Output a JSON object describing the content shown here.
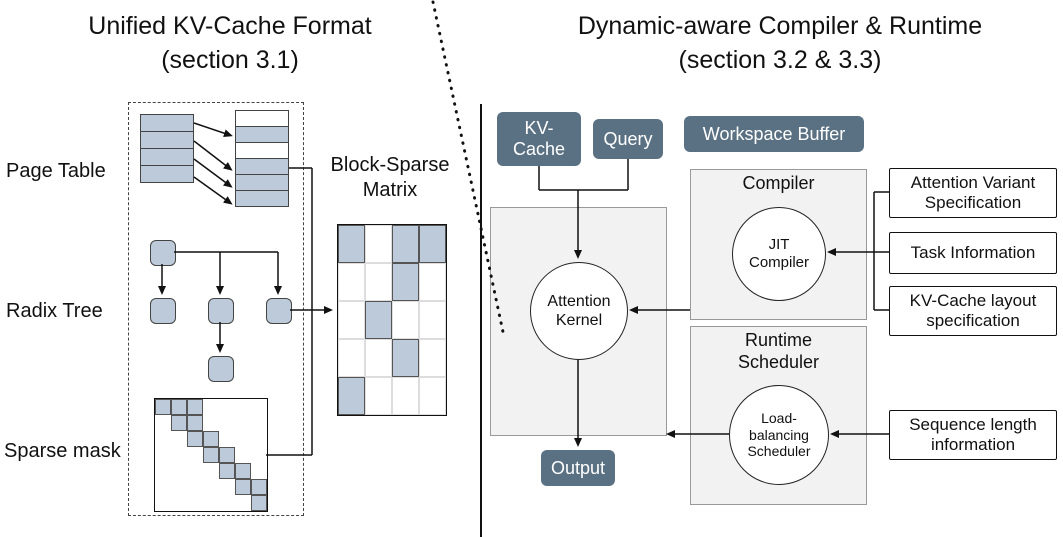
{
  "left": {
    "title": "Unified KV-Cache Format",
    "subtitle": "(section 3.1)",
    "page_table_label": "Page Table",
    "radix_tree_label": "Radix Tree",
    "sparse_mask_label": "Sparse mask",
    "block_sparse_label_line1": "Block-Sparse",
    "block_sparse_label_line2": "Matrix",
    "page_table": {
      "left_rows": [
        1,
        1,
        1,
        1
      ],
      "right_rows": [
        0,
        1,
        0,
        1,
        1,
        1
      ],
      "mapping": [
        [
          0,
          1
        ],
        [
          1,
          3
        ],
        [
          2,
          4
        ],
        [
          3,
          5
        ]
      ]
    },
    "sparse_mask": {
      "grid": [
        [
          1,
          1,
          1,
          0,
          0,
          0,
          0
        ],
        [
          0,
          1,
          1,
          0,
          0,
          0,
          0
        ],
        [
          0,
          0,
          1,
          1,
          0,
          0,
          0
        ],
        [
          0,
          0,
          0,
          1,
          1,
          0,
          0
        ],
        [
          0,
          0,
          0,
          0,
          1,
          1,
          0
        ],
        [
          0,
          0,
          0,
          0,
          0,
          1,
          1
        ],
        [
          0,
          0,
          0,
          0,
          0,
          0,
          1
        ]
      ]
    },
    "block_sparse_matrix": {
      "grid": [
        [
          1,
          0,
          1,
          1
        ],
        [
          0,
          0,
          1,
          0
        ],
        [
          0,
          1,
          0,
          0
        ],
        [
          0,
          0,
          1,
          0
        ],
        [
          1,
          0,
          0,
          0
        ]
      ]
    }
  },
  "right": {
    "title": "Dynamic-aware Compiler & Runtime",
    "subtitle": "(section 3.2 & 3.3)",
    "kv_cache_line1": "KV-",
    "kv_cache_line2": "Cache",
    "query_label": "Query",
    "workspace_buffer_label": "Workspace Buffer",
    "output_label": "Output",
    "attention_kernel_line1": "Attention",
    "attention_kernel_line2": "Kernel",
    "compiler_panel_label": "Compiler",
    "jit_compiler_line1": "JIT",
    "jit_compiler_line2": "Compiler",
    "runtime_panel_line1": "Runtime",
    "runtime_panel_line2": "Scheduler",
    "load_balancing_line1": "Load-",
    "load_balancing_line2": "balancing",
    "load_balancing_line3": "Scheduler",
    "spec_attention_variant_line1": "Attention Variant",
    "spec_attention_variant_line2": "Specification",
    "spec_task_information": "Task Information",
    "spec_kv_layout_line1": "KV-Cache layout",
    "spec_kv_layout_line2": "specification",
    "spec_sequence_length_line1": "Sequence length",
    "spec_sequence_length_line2": "information"
  },
  "colors": {
    "dark_box": "#5a7183",
    "cell_fill": "#bccada",
    "panel_bg": "#f2f2f3"
  }
}
